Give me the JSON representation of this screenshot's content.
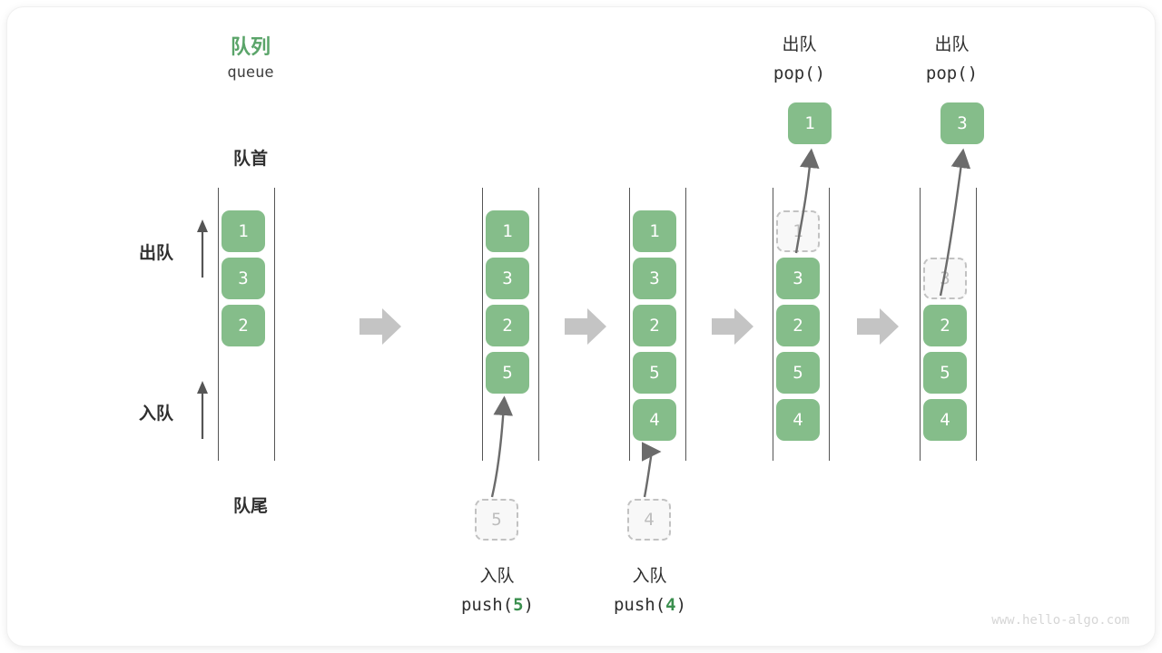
{
  "diagram": {
    "title_cn": "队列",
    "title_en": "queue",
    "head_label": "队首",
    "tail_label": "队尾",
    "dequeue_label": "出队",
    "enqueue_label": "入队",
    "watermark": "www.hello-algo.com",
    "accent_green": "#5aa469",
    "cell_green": "#85bd8a",
    "ghost_fill": "#f8f8f8",
    "ghost_border": "#c2c2c2",
    "step_arrow_color": "#c4c4c4",
    "motion_arrow_color": "#6b6b6b",
    "text_color": "#2f2f2f"
  },
  "steps": [
    {
      "id": "step-1",
      "cells": [
        {
          "value": "1",
          "state": "filled"
        },
        {
          "value": "3",
          "state": "filled"
        },
        {
          "value": "2",
          "state": "filled"
        }
      ],
      "caption_cn": "",
      "caption_code": "",
      "caption_arg": "",
      "incoming": null,
      "outgoing": null
    },
    {
      "id": "step-2",
      "cells": [
        {
          "value": "1",
          "state": "filled"
        },
        {
          "value": "3",
          "state": "filled"
        },
        {
          "value": "2",
          "state": "filled"
        },
        {
          "value": "5",
          "state": "filled"
        }
      ],
      "caption_cn": "入队",
      "caption_code_prefix": "push(",
      "caption_arg": "5",
      "caption_code_suffix": ")",
      "incoming": {
        "value": "5",
        "state": "ghost"
      },
      "outgoing": null
    },
    {
      "id": "step-3",
      "cells": [
        {
          "value": "1",
          "state": "filled"
        },
        {
          "value": "3",
          "state": "filled"
        },
        {
          "value": "2",
          "state": "filled"
        },
        {
          "value": "5",
          "state": "filled"
        },
        {
          "value": "4",
          "state": "filled"
        }
      ],
      "caption_cn": "入队",
      "caption_code_prefix": "push(",
      "caption_arg": "4",
      "caption_code_suffix": ")",
      "incoming": {
        "value": "4",
        "state": "ghost"
      },
      "outgoing": null
    },
    {
      "id": "step-4",
      "cells": [
        {
          "value": "1",
          "state": "ghost"
        },
        {
          "value": "3",
          "state": "filled"
        },
        {
          "value": "2",
          "state": "filled"
        },
        {
          "value": "5",
          "state": "filled"
        },
        {
          "value": "4",
          "state": "filled"
        }
      ],
      "header_cn": "出队",
      "header_code": "pop()",
      "outgoing": {
        "value": "1",
        "state": "filled"
      }
    },
    {
      "id": "step-5",
      "cells": [
        {
          "value": "",
          "state": "empty"
        },
        {
          "value": "3",
          "state": "ghost"
        },
        {
          "value": "2",
          "state": "filled"
        },
        {
          "value": "5",
          "state": "filled"
        },
        {
          "value": "4",
          "state": "filled"
        }
      ],
      "header_cn": "出队",
      "header_code": "pop()",
      "outgoing": {
        "value": "3",
        "state": "filled"
      }
    }
  ]
}
